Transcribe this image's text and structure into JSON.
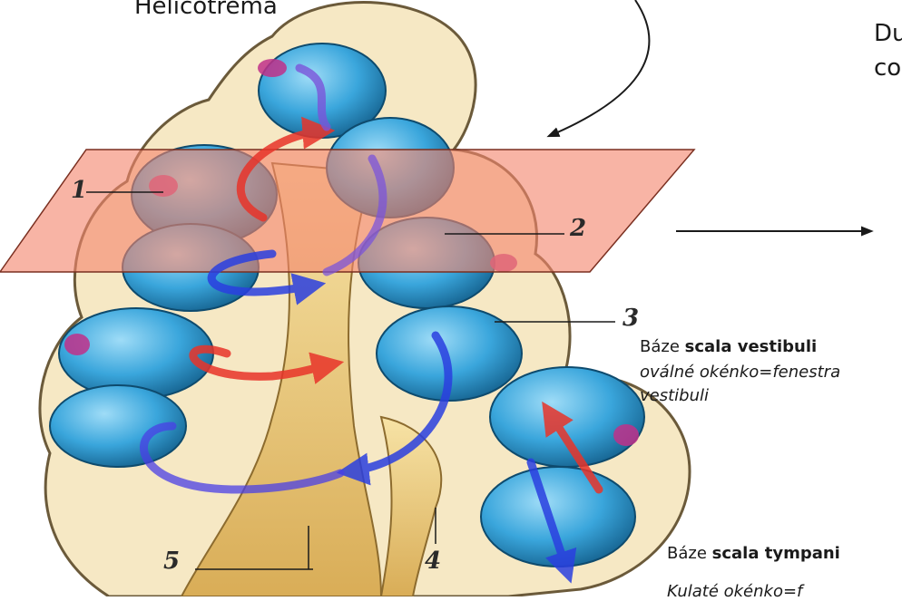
{
  "labels": {
    "helicotrema": "Helicotrema",
    "top_right_line1": "Du",
    "top_right_line2": "co",
    "vestibuli_prefix": "Báze ",
    "vestibuli_bold": "scala vestibuli",
    "vestibuli_note_line1": "oválné okénko=fenestra",
    "vestibuli_note_line2": "vestibuli",
    "tympani_prefix": "Báze ",
    "tympani_bold": "scala tympani",
    "tympani_note": "Kulaté okénko=f"
  },
  "numbers": [
    "1",
    "2",
    "3",
    "4",
    "5"
  ],
  "colors": {
    "plane": "#f4866e",
    "duct_blue": "#3aa6dc",
    "bone_yellow": "#e9c878",
    "outline_cream": "#f6e8c4",
    "arrow_red": "#e8342a",
    "arrow_blue": "#2a3fe0",
    "membrane_magenta": "#c0308a"
  }
}
